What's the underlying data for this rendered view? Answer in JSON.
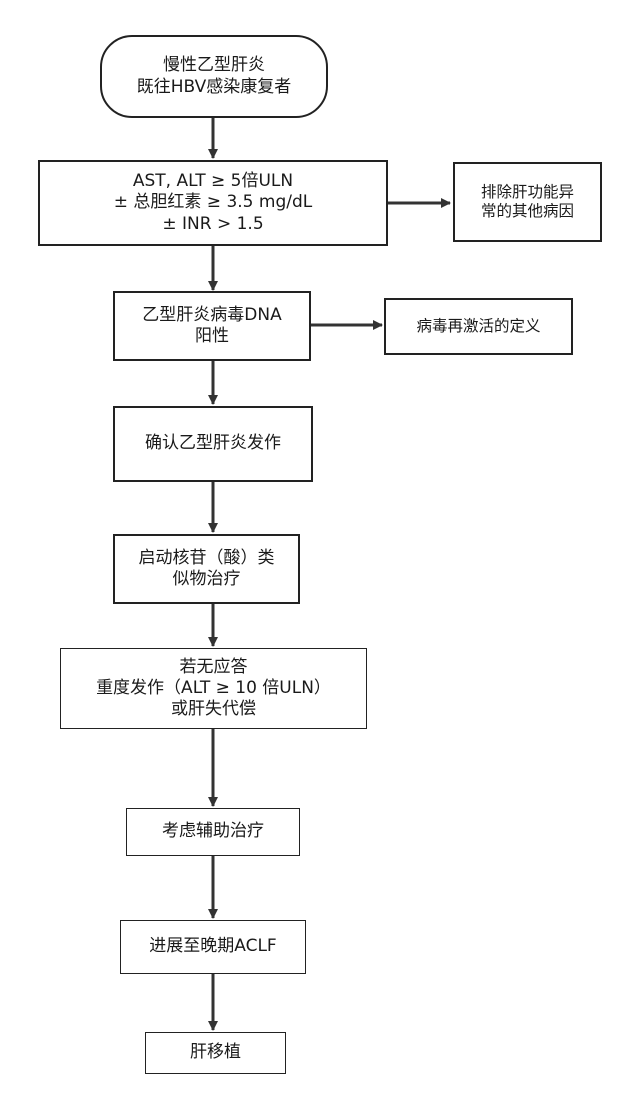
{
  "nodes": {
    "start": [
      "慢性乙型肝炎",
      "既往HBV感染康复者"
    ],
    "criteria": [
      "AST, ALT ≥ 5倍ULN",
      "± 总胆红素 ≥ 3.5 mg/dL",
      "± INR > 1.5"
    ],
    "exclude": [
      "排除肝功能异",
      "常的其他病因"
    ],
    "dna": [
      "乙型肝炎病毒DNA",
      "阳性"
    ],
    "reactivation": [
      "病毒再激活的定义"
    ],
    "confirm": [
      "确认乙型肝炎发作"
    ],
    "nucleoside": [
      "启动核苷（酸）类",
      "似物治疗"
    ],
    "noresponse": [
      "若无应答",
      "重度发作（ALT ≥ 10 倍ULN）",
      "或肝失代偿"
    ],
    "adjuvant": [
      "考虑辅助治疗"
    ],
    "aclf": [
      "进展至晚期ACLF"
    ],
    "transplant": [
      "肝移植"
    ]
  }
}
